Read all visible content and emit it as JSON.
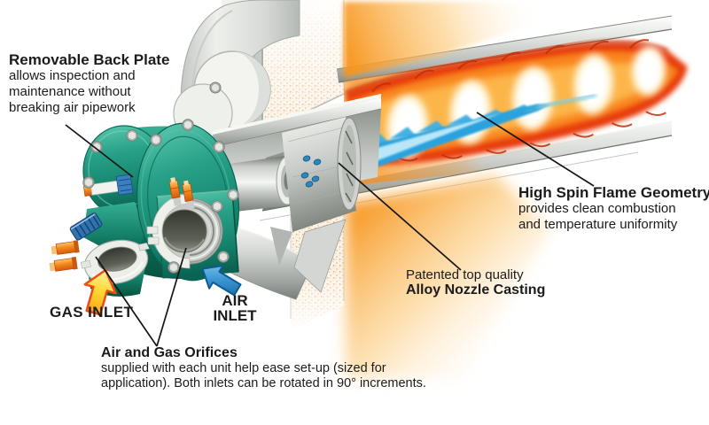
{
  "meta": {
    "description": "Cutaway illustration of a high-spin gas burner firing a swirling flame down a furnace tube"
  },
  "labels": {
    "back_plate": {
      "title": "Removable Back Plate",
      "lines": [
        "allows inspection and",
        "maintenance without",
        "breaking air pipework"
      ]
    },
    "gas_inlet": {
      "title": "GAS INLET"
    },
    "air_inlet": {
      "lines": [
        "AIR",
        "INLET"
      ]
    },
    "orifices": {
      "title": "Air and Gas Orifices",
      "lines": [
        "supplied with each unit help ease set-up (sized for",
        "application). Both inlets can be rotated in 90° increments."
      ]
    },
    "nozzle": {
      "pre": "Patented top quality",
      "title": "Alloy Nozzle Casting"
    },
    "flame": {
      "title": "High Spin Flame Geometry",
      "lines": [
        "provides clean combustion",
        "and temperature uniformity"
      ]
    }
  },
  "icons": {
    "gas_arrow": "up-arrow-yellow",
    "air_arrow": "up-left-arrow-blue"
  },
  "colors": {
    "burner_teal": "#1f9c82",
    "flame_red": "#e73c0e",
    "flame_orange": "#f7941d",
    "flame_white": "#fffdf0",
    "jet_blue": "#2aa2de",
    "glow_orange": "#f7951d",
    "arrow_yellow": "#ffd732",
    "arrow_yellow_outline": "#ee4d17",
    "arrow_blue": "#3b97d3",
    "metal_grey": "#c9ccc8",
    "refractory_tan": "#e8c49a",
    "text": "#1b1b1b",
    "background": "#ffffff"
  }
}
